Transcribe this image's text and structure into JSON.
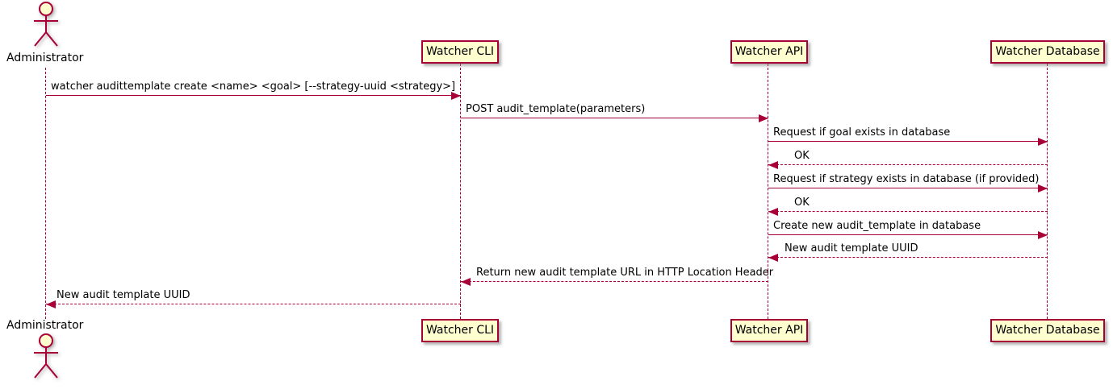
{
  "diagram": {
    "type": "sequence",
    "background_color": "#FFFFFF",
    "accent_color": "#A80036",
    "participant_fill_color": "#FEFECE",
    "text_color": "#000000",
    "actor": {
      "label": "Administrator"
    },
    "participants": [
      {
        "label": "Watcher CLI"
      },
      {
        "label": "Watcher API"
      },
      {
        "label": "Watcher Database"
      }
    ],
    "messages": [
      {
        "from": "Administrator",
        "to": "Watcher CLI",
        "style": "solid",
        "label": "watcher audittemplate create <name> <goal> [--strategy-uuid <strategy>]"
      },
      {
        "from": "Watcher CLI",
        "to": "Watcher API",
        "style": "solid",
        "label": "POST audit_template(parameters)"
      },
      {
        "from": "Watcher API",
        "to": "Watcher Database",
        "style": "solid",
        "label": "Request if goal exists in database"
      },
      {
        "from": "Watcher Database",
        "to": "Watcher API",
        "style": "dashed",
        "label": "OK"
      },
      {
        "from": "Watcher API",
        "to": "Watcher Database",
        "style": "solid",
        "label": "Request if strategy exists in database (if provided)"
      },
      {
        "from": "Watcher Database",
        "to": "Watcher API",
        "style": "dashed",
        "label": "OK"
      },
      {
        "from": "Watcher API",
        "to": "Watcher Database",
        "style": "solid",
        "label": "Create new audit_template in database"
      },
      {
        "from": "Watcher Database",
        "to": "Watcher API",
        "style": "dashed",
        "label": "New audit template UUID"
      },
      {
        "from": "Watcher API",
        "to": "Watcher CLI",
        "style": "dashed",
        "label": "Return new audit template URL in HTTP Location Header"
      },
      {
        "from": "Watcher CLI",
        "to": "Administrator",
        "style": "dashed",
        "label": "New audit template UUID"
      }
    ]
  }
}
